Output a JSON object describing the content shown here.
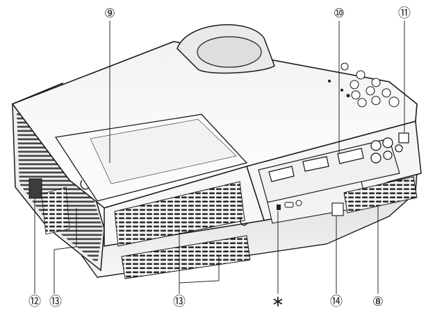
{
  "callouts": {
    "c9": "⑨",
    "c10": "⑩",
    "c11": "⑪",
    "c12": "⑫",
    "c13_left": "⑬",
    "c13_center": "⑬",
    "c14": "⑭",
    "c8": "⑧",
    "asterisk": "∗"
  },
  "colors": {
    "body_light": "#ffffff",
    "body_shade": "#e9e9e9",
    "outline": "#1a1a1a",
    "vent": "#2a2a2a",
    "panel_dark": "#3c3c3c"
  }
}
